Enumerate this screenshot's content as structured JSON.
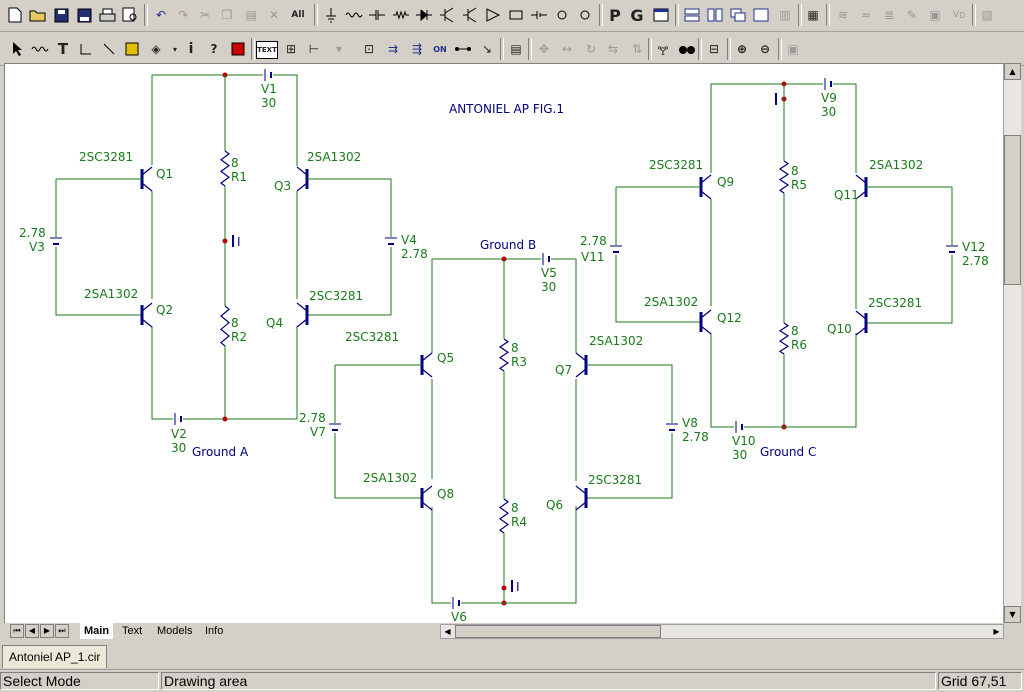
{
  "app": {
    "accent_wire": "#1a7a1a",
    "accent_text": "#000080",
    "node_color": "#c00000"
  },
  "toolbar_top": {
    "items": [
      "new-file-icon",
      "open-folder-icon",
      "save-icon",
      "save-all-icon",
      "print-icon",
      "print-preview-icon",
      "undo-icon",
      "redo-icon",
      "cut-icon",
      "copy-icon",
      "paste-icon",
      "delete-icon",
      "select-all-icon",
      "ground-icon",
      "wire-icon",
      "capacitor-icon",
      "resistor-icon",
      "diode-icon",
      "npn-transistor-icon",
      "opamp-icon",
      "inductor-icon",
      "battery-icon",
      "current-source-icon",
      "voltage-source-icon"
    ],
    "letter_p": "P",
    "letter_g": "G"
  },
  "toolbar_second": {
    "text_mode_label": "TEXT",
    "on_label": "ON"
  },
  "schematic": {
    "title": "ANTONIEL AP FIG.1",
    "grounds": [
      "Ground A",
      "Ground B",
      "Ground C"
    ],
    "resistors": [
      {
        "name": "R1",
        "value": "8"
      },
      {
        "name": "R2",
        "value": "8"
      },
      {
        "name": "R3",
        "value": "8"
      },
      {
        "name": "R4",
        "value": "8"
      },
      {
        "name": "R5",
        "value": "8"
      },
      {
        "name": "R6",
        "value": "8"
      }
    ],
    "batteries": [
      {
        "name": "V1",
        "value": "30"
      },
      {
        "name": "V2",
        "value": "30"
      },
      {
        "name": "V3",
        "value": "2.78"
      },
      {
        "name": "V4",
        "value": "2.78"
      },
      {
        "name": "V5",
        "value": "30"
      },
      {
        "name": "V6",
        "value": ""
      },
      {
        "name": "V7",
        "value": "2.78"
      },
      {
        "name": "V8",
        "value": "2.78"
      },
      {
        "name": "V9",
        "value": "30"
      },
      {
        "name": "V10",
        "value": "30"
      },
      {
        "name": "V11",
        "value": "2.78"
      },
      {
        "name": "V12",
        "value": "2.78"
      }
    ],
    "transistors": [
      {
        "name": "Q1",
        "model": "2SC3281"
      },
      {
        "name": "Q2",
        "model": "2SA1302"
      },
      {
        "name": "Q3",
        "model": "2SA1302"
      },
      {
        "name": "Q4",
        "model": "2SC3281"
      },
      {
        "name": "Q5",
        "model": "2SC3281"
      },
      {
        "name": "Q6",
        "model": "2SC3281"
      },
      {
        "name": "Q7",
        "model": "2SA1302"
      },
      {
        "name": "Q8",
        "model": "2SA1302"
      },
      {
        "name": "Q9",
        "model": "2SC3281"
      },
      {
        "name": "Q10",
        "model": "2SC3281"
      },
      {
        "name": "Q11",
        "model": "2SA1302"
      },
      {
        "name": "Q12",
        "model": "2SA1302"
      }
    ],
    "current_marker": "I"
  },
  "sheet_tabs": [
    "Main",
    "Text",
    "Models",
    "Info"
  ],
  "document_tab": "Antoniel AP_1.cir",
  "status": {
    "mode": "Select Mode",
    "area": "Drawing area",
    "grid": "Grid 67,51"
  }
}
